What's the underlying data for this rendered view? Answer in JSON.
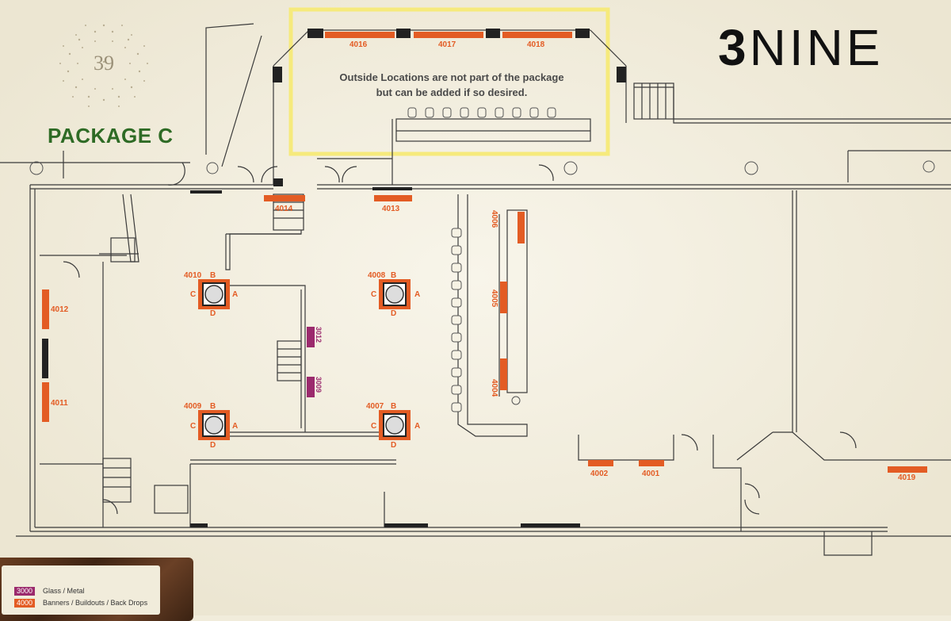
{
  "package_title": "PACKAGE C",
  "logo_39": "39",
  "brand": {
    "bold": "3",
    "rest": "NINE"
  },
  "notice": {
    "line1": "Outside Locations are not part of the package",
    "line2": "but can be added if so desired."
  },
  "colors": {
    "orange": "#e35c24",
    "purple": "#9b2a6d",
    "highlight": "#f6ea7c",
    "green": "#2e6b25"
  },
  "legend": [
    {
      "code": "3000",
      "label": "Glass / Metal",
      "color": "#9b2a6d"
    },
    {
      "code": "4000",
      "label": "Banners / Buildouts / Back Drops",
      "color": "#e35c24"
    }
  ],
  "locations": {
    "l4016": "4016",
    "l4017": "4017",
    "l4018": "4018",
    "l4014": "4014",
    "l4013": "4013",
    "l4012": "4012",
    "l4011": "4011",
    "l4010": "4010",
    "l4009": "4009",
    "l4008": "4008",
    "l4007": "4007",
    "l4006": "4006",
    "l4005": "4005",
    "l4004": "4004",
    "l4002": "4002",
    "l4001": "4001",
    "l4019": "4019",
    "g3012": "3012",
    "g3009": "3009"
  },
  "column_sides": {
    "a": "A",
    "b": "B",
    "c": "C",
    "d": "D"
  }
}
